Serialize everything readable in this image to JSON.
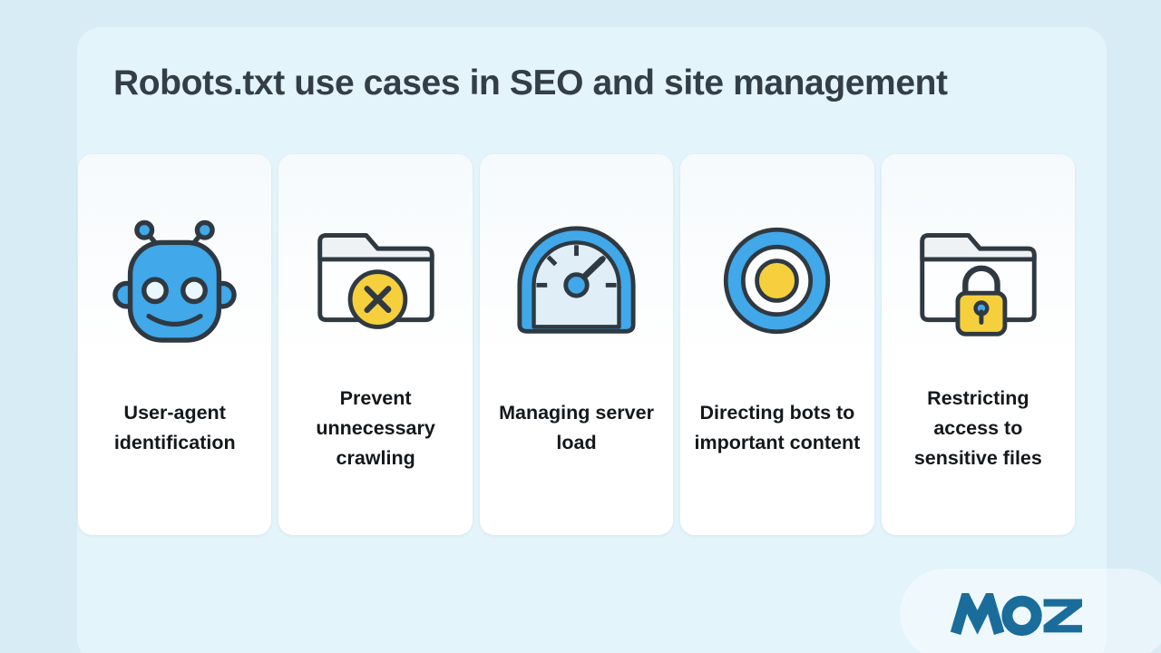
{
  "title": "Robots.txt use cases in SEO and site management",
  "brand": {
    "logo_text": "MOZ"
  },
  "cards": [
    {
      "icon": "robot-icon",
      "label": "User-agent identification"
    },
    {
      "icon": "blocked-folder-icon",
      "label": "Prevent unnecessary crawling"
    },
    {
      "icon": "speedometer-icon",
      "label": "Managing server load"
    },
    {
      "icon": "target-icon",
      "label": "Directing bots to important content"
    },
    {
      "icon": "locked-folder-icon",
      "label": "Restricting access to sensitive files"
    }
  ],
  "colors": {
    "page_background": "#d8ecf6",
    "panel_background": "#e4f4fb",
    "card_background": "#ffffff",
    "icon_blue": "#41a8e9",
    "icon_light_fill": "#dfeef7",
    "icon_yellow": "#f6d03c",
    "icon_outline": "#2f3942",
    "title_text": "#333e48",
    "label_text": "#14181b",
    "moz_blue": "#1a6d9b"
  }
}
